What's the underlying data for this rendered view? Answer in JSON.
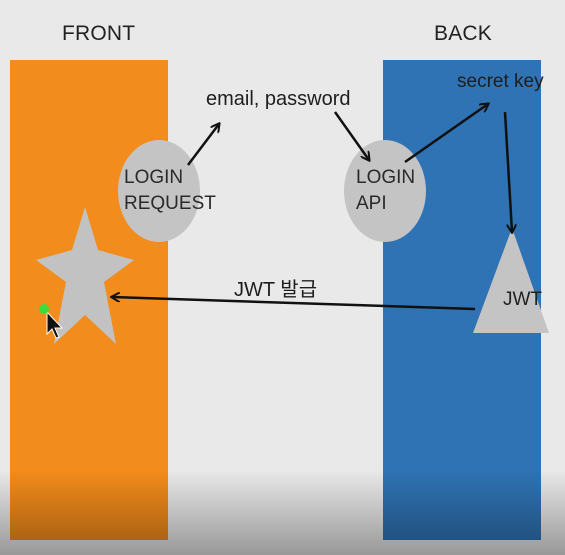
{
  "labels": {
    "front": "FRONT",
    "back": "BACK"
  },
  "nodes": {
    "login_request": [
      "LOGIN",
      "REQUEST"
    ],
    "login_api": [
      "LOGIN",
      "API"
    ],
    "jwt": "JWT"
  },
  "edges": {
    "email_password": "email, password",
    "secret_key": "secret key",
    "jwt_issue": "JWT 발급"
  },
  "colors": {
    "front_panel": "#f28c1c",
    "back_panel": "#2f73b4",
    "node_fill": "#c4c4c4",
    "background": "#e9e9e9",
    "cursor_dot": "#3ddc3d"
  },
  "icons": {
    "star": "star-icon",
    "cursor": "cursor-icon"
  }
}
